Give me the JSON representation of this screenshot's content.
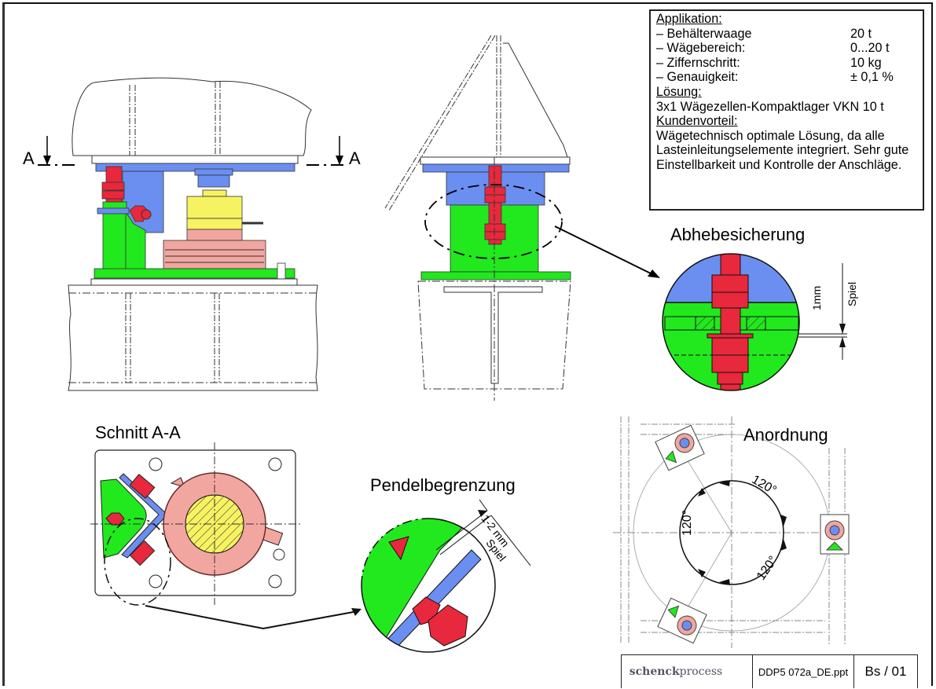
{
  "info_box": {
    "application_heading": "Applikation:",
    "specs": [
      {
        "label": "– Behälterwaage",
        "value": "20 t"
      },
      {
        "label": "– Wägebereich:",
        "value": "0...20 t"
      },
      {
        "label": "– Ziffernschritt:",
        "value": "10 kg"
      },
      {
        "label": "– Genauigkeit:",
        "value": "± 0,1 %"
      }
    ],
    "solution_heading": "Lösung:",
    "solution_text": "3x1 Wägezellen-Kompaktlager VKN 10 t",
    "benefit_heading": "Kundenvorteil:",
    "benefit_text": "Wägetechnisch optimale Lösung, da alle Lasteinleitungselemente integriert. Sehr gute Einstellbarkeit und Kontrolle der Anschläge."
  },
  "views": {
    "section_marker_left": "A",
    "section_marker_right": "A",
    "detail_lift_off": {
      "title": "Abhebesicherung",
      "gap_value": "1mm",
      "gap_label": "Spiel"
    },
    "section_view": {
      "title": "Schnitt A-A"
    },
    "detail_pendulum": {
      "title": "Pendelbegrenzung",
      "gap_value": "1-2 mm",
      "gap_label": "Spiel"
    },
    "arrangement": {
      "title": "Anordnung",
      "angles": [
        "120°",
        "120°",
        "120°"
      ]
    }
  },
  "colors": {
    "blue": "#6b8ff0",
    "green": "#22e81e",
    "red": "#e8283c",
    "yellow": "#f7f261",
    "pink": "#f2a6a0"
  },
  "footer": {
    "logo_text_bold": "schenck",
    "logo_text": "process",
    "filename": "DDP5 072a_DE.ppt",
    "page": "Bs / 01"
  }
}
